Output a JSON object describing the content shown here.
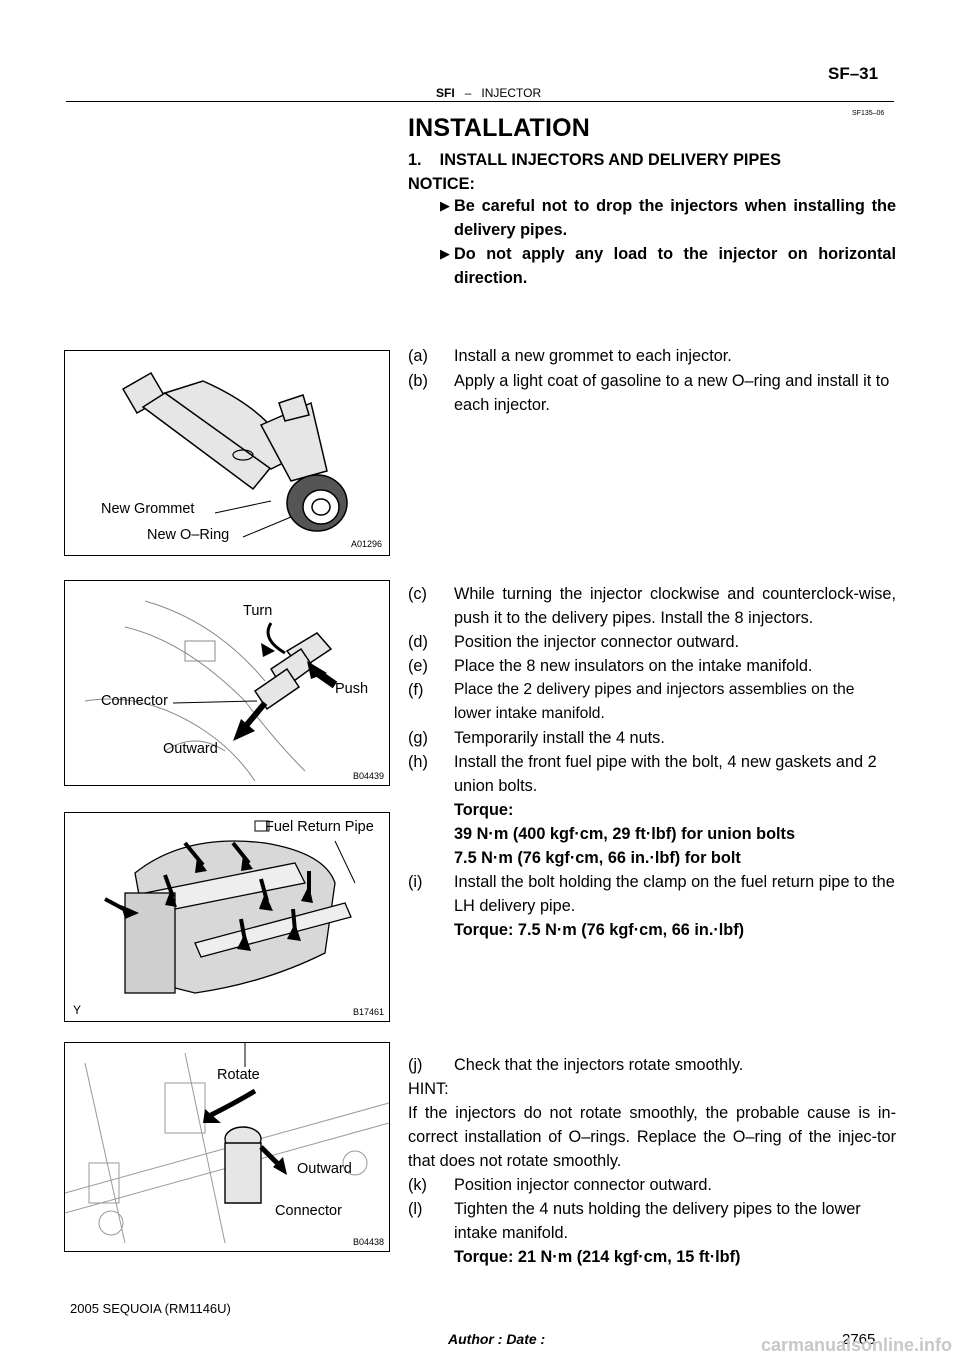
{
  "header": {
    "section": "SFI",
    "dash": "–",
    "subject": "INJECTOR",
    "page": "SF–31",
    "ref": "SF135–06"
  },
  "title": "INSTALLATION",
  "step1": {
    "heading": "1.    INSTALL INJECTORS AND DELIVERY PIPES",
    "notice": "NOTICE:",
    "bullets": [
      "Be careful not to drop the injectors when installing the delivery pipes.",
      "Do not apply any load to the injector on horizontal direction."
    ]
  },
  "steps": {
    "a": {
      "tag": "(a)",
      "text": "Install a new grommet to each injector."
    },
    "b": {
      "tag": "(b)",
      "text": "Apply a light coat of gasoline to a new O–ring and install it to each injector."
    },
    "c": {
      "tag": "(c)",
      "text": "While turning the injector clockwise and counterclock-wise, push it to the delivery pipes. Install the 8 injectors."
    },
    "d": {
      "tag": "(d)",
      "text": "Position the injector connector outward."
    },
    "e": {
      "tag": "(e)",
      "text": "Place the 8 new insulators on the intake manifold."
    },
    "f": {
      "tag": "(f)",
      "text": "Place the 2 delivery pipes and injectors assemblies on the lower intake manifold."
    },
    "g": {
      "tag": "(g)",
      "text": "Temporarily install the 4 nuts."
    },
    "h": {
      "tag": "(h)",
      "text": "Install the front fuel pipe with the bolt, 4 new gaskets and 2 union bolts."
    },
    "h_torque_label": "Torque:",
    "h_torque_1": "39 N·m (400 kgf·cm, 29 ft·lbf) for union bolts",
    "h_torque_2": "7.5 N·m (76 kgf·cm, 66 in.·lbf) for bolt",
    "i": {
      "tag": "(i)",
      "text": "Install the bolt holding the clamp on the fuel return pipe to the LH delivery pipe."
    },
    "i_torque": "Torque: 7.5 N·m (76 kgf·cm, 66 in.·lbf)",
    "j": {
      "tag": "(j)",
      "text": "Check that the injectors rotate smoothly."
    },
    "hint": "HINT:",
    "hint_text": "If the injectors do not rotate smoothly, the probable cause is in-correct installation of O–rings. Replace the O–ring of the injec-tor that does not rotate smoothly.",
    "k": {
      "tag": "(k)",
      "text": "Position injector connector outward."
    },
    "l": {
      "tag": "(l)",
      "text": "Tighten the 4 nuts holding the delivery pipes to the lower intake manifold."
    },
    "l_torque": "Torque: 21 N·m (214 kgf·cm, 15 ft·lbf)"
  },
  "figures": {
    "fig1": {
      "code": "A01296",
      "labels": {
        "grommet": "New Grommet",
        "oring": "New O–Ring"
      }
    },
    "fig2": {
      "code": "B04439",
      "labels": {
        "turn": "Turn",
        "push": "Push",
        "connector": "Connector",
        "outward": "Outward"
      }
    },
    "fig3": {
      "code": "B17461",
      "labels": {
        "return_pipe": "Fuel Return Pipe",
        "y": "Y"
      }
    },
    "fig4": {
      "code": "B04438",
      "labels": {
        "rotate": "Rotate",
        "outward": "Outward",
        "connector": "Connector"
      }
    }
  },
  "footer": {
    "model": "2005 SEQUOIA   (RM1146U)",
    "author": "Author :                    Date :",
    "page_number": "2765",
    "watermark": "carmanualsonline.info"
  }
}
